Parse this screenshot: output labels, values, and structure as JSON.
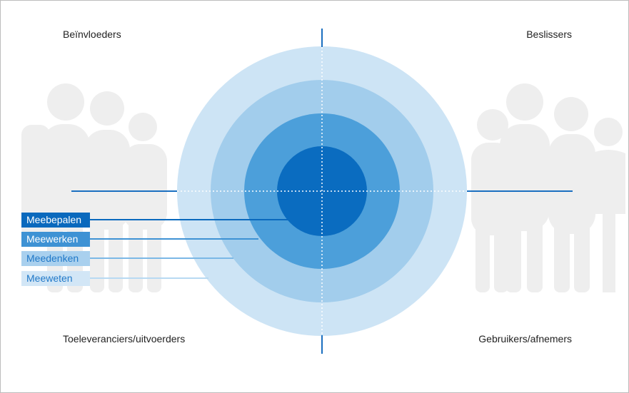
{
  "quadrants": {
    "top_left": "Beïnvloeders",
    "top_right": "Beslissers",
    "bottom_left": "Toeleveranciers/uitvoerders",
    "bottom_right": "Gebruikers/afnemers"
  },
  "levels": [
    {
      "label": "Meebepalen",
      "color": "#0a69bd",
      "text_color": "#ffffff"
    },
    {
      "label": "Meewerken",
      "color": "#3e92d4",
      "text_color": "#ffffff"
    },
    {
      "label": "Meedenken",
      "color": "#a9d0ee",
      "text_color": "#1f78c8"
    },
    {
      "label": "Meeweten",
      "color": "#d2e6f6",
      "text_color": "#1f78c8"
    }
  ],
  "colors": {
    "axis": "#1a6fc0",
    "people": "#eeeeee",
    "ring_outer": "#cde4f5",
    "ring_2": "#a2cdec",
    "ring_3": "#4c9fda",
    "ring_core": "#0a6cc0"
  }
}
